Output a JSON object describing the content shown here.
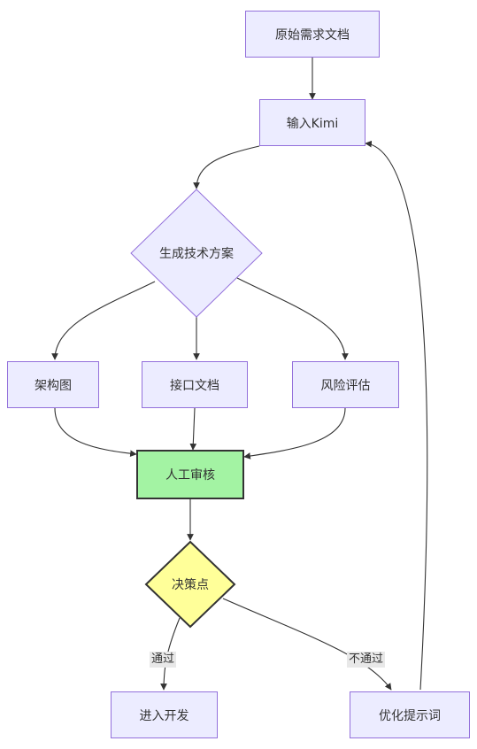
{
  "nodes": {
    "source_doc": "原始需求文档",
    "input_kimi": "输入Kimi",
    "generate_plan": "生成技术方案",
    "architecture": "架构图",
    "api_doc": "接口文档",
    "risk": "风险评估",
    "review": "人工审核",
    "decision": "决策点",
    "develop": "进入开发",
    "optimize": "优化提示词"
  },
  "edges": {
    "pass": "通过",
    "fail": "不通过"
  },
  "colors": {
    "node_fill": "#ECECFF",
    "node_border": "#9370DB",
    "review_fill": "#a3f3a3",
    "decision_fill": "#ffff99",
    "edge": "#333333"
  }
}
